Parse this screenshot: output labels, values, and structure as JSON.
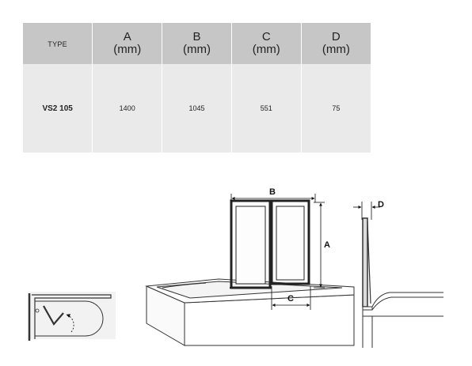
{
  "table": {
    "headers": [
      {
        "letter": "TYPE",
        "unit": ""
      },
      {
        "letter": "A",
        "unit": "(mm)"
      },
      {
        "letter": "B",
        "unit": "(mm)"
      },
      {
        "letter": "C",
        "unit": "(mm)"
      },
      {
        "letter": "D",
        "unit": "(mm)"
      }
    ],
    "rows": [
      {
        "type": "VS2 105",
        "a": "1400",
        "b": "1045",
        "c": "551",
        "d": "75"
      }
    ]
  },
  "diagram": {
    "label_a": "A",
    "label_b": "B",
    "label_c": "C",
    "label_d": "D"
  }
}
